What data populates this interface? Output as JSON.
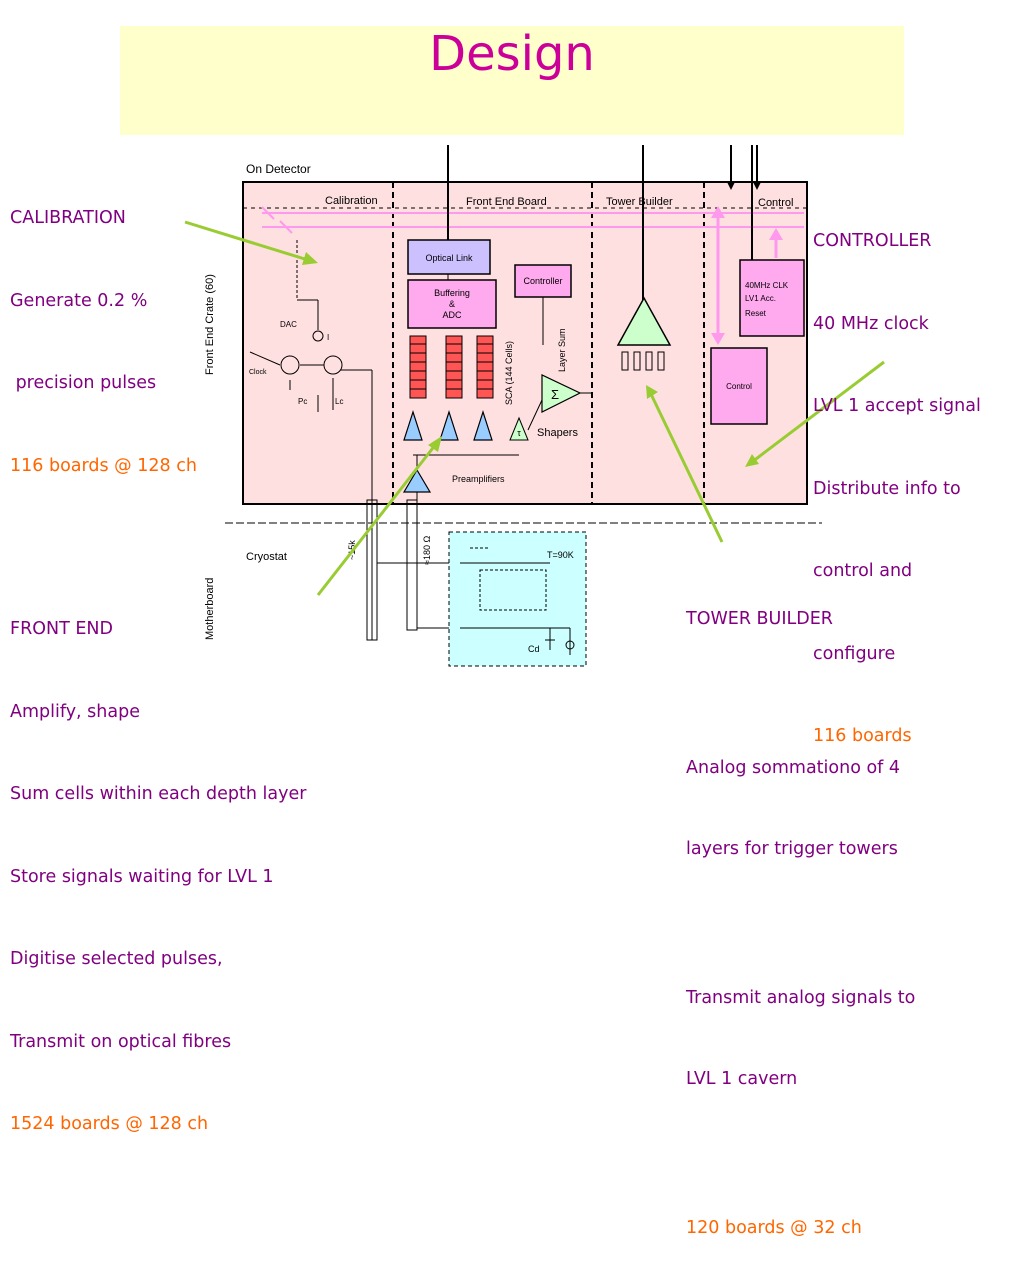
{
  "title": "Design",
  "calibration": {
    "heading": "CALIBRATION",
    "lines": [
      "Generate 0.2 %",
      " precision pulses"
    ],
    "boards": "116 boards @ 128 ch"
  },
  "controller": {
    "heading": "CONTROLLER",
    "lines": [
      "40 MHz clock",
      "LVL 1 accept signal",
      "Distribute info to",
      "control and",
      "configure"
    ],
    "boards": "116 boards"
  },
  "front_end": {
    "heading": "FRONT END",
    "lines": [
      "Amplify, shape",
      "Sum cells within each depth layer",
      "Store signals waiting for LVL 1",
      "Digitise selected pulses,",
      "Transmit on optical fibres"
    ],
    "boards": "1524 boards @ 128 ch"
  },
  "tower_builder": {
    "heading": "TOWER BUILDER",
    "lines_a": [
      "Analog sommationo of 4",
      "layers for trigger towers"
    ],
    "lines_b": [
      "Transmit analog signals to",
      "LVL 1 cavern"
    ],
    "boards": "120 boards @ 32 ch"
  },
  "diagram": {
    "on_detector": "On Detector",
    "crate": "Front End Crate (60)",
    "cryostat": "Cryostat",
    "motherboard": "Motherboard",
    "sections": [
      "Calibration",
      "Front End Board",
      "Tower Builder",
      "Control"
    ],
    "optical_link": "Optical Link",
    "buffering": [
      "Buffering",
      "&",
      "ADC"
    ],
    "controller_box": "Controller",
    "sca": "SCA (144 Cells)",
    "layer_sum": "Layer Sum",
    "sigma": "Σ",
    "tau": "τ",
    "shapers": "Shapers",
    "preamplifiers": "Preamplifiers",
    "dac": "DAC",
    "current": "I",
    "clock": "Clock",
    "pc": "Pc",
    "lc": "Lc",
    "r15k": "~15k",
    "r180": "≈180 Ω",
    "temp": "T=90K",
    "cd": "Cd",
    "clk_box": [
      "40MHz CLK",
      "LV1 Acc.",
      "Reset"
    ],
    "control_box": "Control"
  },
  "colors": {
    "title": "#cc0099",
    "heading": "#800080",
    "boards": "#ff6600",
    "arrow": "#99cc33",
    "crate_fill": "#ffe0e0",
    "cryostat_fill": "#ccffff",
    "violet_box": "#ccc0ff",
    "pink_box": "#ffaaee",
    "red_cell": "#ff5555"
  }
}
